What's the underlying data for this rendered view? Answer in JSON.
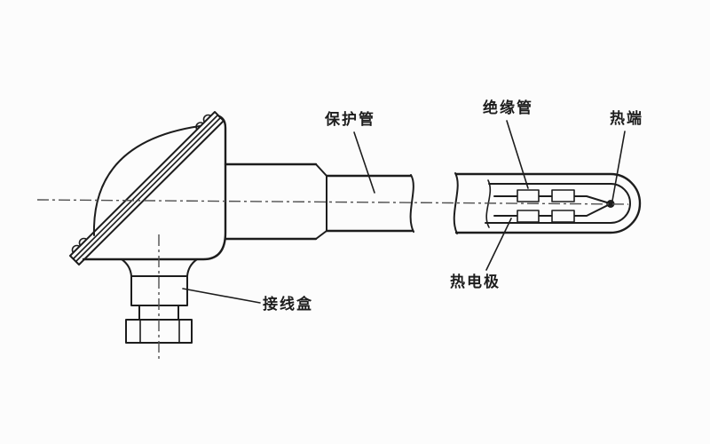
{
  "figure": {
    "background_color": "#fcfcfc",
    "line_color": "#1d1d1d",
    "centerline_color": "#4f4f4f",
    "labels": {
      "protection_tube": "保护管",
      "insulation_tube": "绝缘管",
      "hot_end": "热端",
      "electrode": "热电极",
      "terminal_box": "接线盒"
    }
  }
}
